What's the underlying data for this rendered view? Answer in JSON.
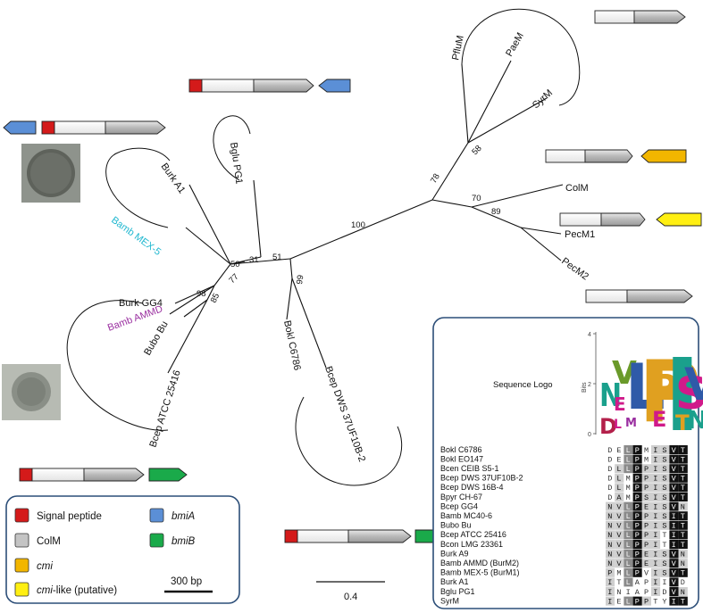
{
  "colors": {
    "signal_peptide": "#d41a1a",
    "colM": "#c4c4c4",
    "cmi": "#f2b600",
    "cmi_like": "#ffef12",
    "bmiA": "#5b8fd6",
    "bmiB": "#1aaa4a",
    "panel_border": "#2c4e78",
    "bamb_mex5": "#22b8d0",
    "bamb_ammd": "#9a2fa0"
  },
  "tree": {
    "taxa": {
      "pfluM": "PfluM",
      "paeM": "PaeM",
      "syrM": "SyrM",
      "colM": "ColM",
      "pecM1": "PecM1",
      "pecM2": "PecM2",
      "burkA1": "Burk A1",
      "bgluPG1": "Bglu PG1",
      "bambMEX5": "Bamb MEX-5",
      "burkGG4": "Burk GG4",
      "bambAMMD": "Bamb AMMD",
      "buboBu": "Bubo Bu",
      "bcepATCC": "Bcep ATCC 25416",
      "boklC6786": "Bokl C6786",
      "bcepDWS": "Bcep DWS 37UF10B-2"
    },
    "bootstrap": {
      "b100": "100",
      "b78": "78",
      "b58": "58",
      "b70": "70",
      "b89": "89",
      "b99": "99",
      "b51": "51",
      "b31": "31",
      "b50": "50",
      "b77": "77",
      "b98": "98",
      "b85": "85"
    }
  },
  "scale_bar": {
    "label": "0.4"
  },
  "legend": {
    "signal_peptide": "Signal peptide",
    "colM": "ColM",
    "cmi": "cmi",
    "cmi_like_italic": "cmi",
    "cmi_like_rest": "-like (putative)",
    "bmiA": "bmiA",
    "bmiB": "bmiB",
    "scale": "300 bp"
  },
  "alignment": {
    "logo_label": "Sequence Logo",
    "bits_label": "Bits",
    "logo_ticks": [
      "4",
      "2",
      "0"
    ],
    "rows": [
      {
        "name": "Bokl C6786",
        "seq": "DELPMISVT"
      },
      {
        "name": "Bokl EO147",
        "seq": "DELPMISVT"
      },
      {
        "name": "Bcen CEIB S5-1",
        "seq": "DLLPPISVT"
      },
      {
        "name": "Bcep DWS 37UF10B-2",
        "seq": "DLMPPISVT"
      },
      {
        "name": "Bcep DWS 16B-4",
        "seq": "DLMPPISVT"
      },
      {
        "name": "Bpyr CH-67",
        "seq": "DAMPSISVT"
      },
      {
        "name": "Bcep GG4",
        "seq": "NVLPEISVN"
      },
      {
        "name": "Bamb MC40-6",
        "seq": "NVLPPISIT"
      },
      {
        "name": "Bubo Bu",
        "seq": "NVLPPISIT"
      },
      {
        "name": "Bcep ATCC 25416",
        "seq": "NVLPPITIT"
      },
      {
        "name": "Bcon LMG 23361",
        "seq": "NVLPPITIT"
      },
      {
        "name": "Burk A9",
        "seq": "NVLPEISVN"
      },
      {
        "name": "Bamb AMMD (BurM2)",
        "seq": "NVLPEISVN"
      },
      {
        "name": "Bamb MEX-5 (BurM1)",
        "seq": "PMLPVISVT"
      },
      {
        "name": "Burk A1",
        "seq": "ITLAPIIVD"
      },
      {
        "name": "Bglu PG1",
        "seq": "INIAPIDVN"
      },
      {
        "name": "SyrM",
        "seq": "IELPPTYIT"
      }
    ],
    "shading": [
      [
        0,
        0,
        2,
        3,
        0,
        1,
        1,
        3,
        3
      ],
      [
        0,
        0,
        2,
        3,
        0,
        1,
        1,
        3,
        3
      ],
      [
        0,
        1,
        2,
        3,
        1,
        1,
        1,
        3,
        3
      ],
      [
        0,
        1,
        0,
        3,
        1,
        1,
        1,
        3,
        3
      ],
      [
        0,
        1,
        0,
        3,
        1,
        1,
        1,
        3,
        3
      ],
      [
        0,
        1,
        0,
        3,
        1,
        1,
        1,
        3,
        3
      ],
      [
        1,
        1,
        2,
        3,
        1,
        1,
        1,
        3,
        1
      ],
      [
        1,
        1,
        2,
        3,
        1,
        1,
        1,
        3,
        3
      ],
      [
        1,
        1,
        2,
        3,
        1,
        1,
        1,
        3,
        3
      ],
      [
        1,
        1,
        2,
        3,
        1,
        1,
        0,
        3,
        3
      ],
      [
        1,
        1,
        2,
        3,
        1,
        1,
        0,
        3,
        3
      ],
      [
        1,
        1,
        2,
        3,
        1,
        1,
        1,
        3,
        1
      ],
      [
        1,
        1,
        2,
        3,
        1,
        1,
        1,
        3,
        1
      ],
      [
        1,
        0,
        2,
        3,
        0,
        1,
        1,
        3,
        3
      ],
      [
        1,
        0,
        2,
        0,
        0,
        1,
        0,
        3,
        0
      ],
      [
        1,
        0,
        0,
        0,
        0,
        1,
        0,
        3,
        1
      ],
      [
        1,
        0,
        2,
        3,
        1,
        0,
        0,
        3,
        3
      ]
    ]
  }
}
